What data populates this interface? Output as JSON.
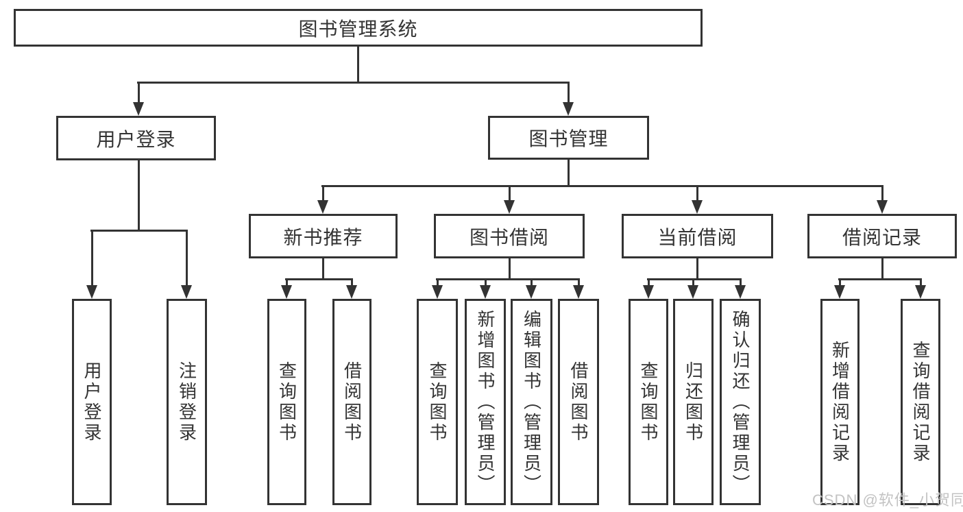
{
  "diagram": {
    "type": "hierarchy-chart",
    "colors": {
      "line": "#333333",
      "box_background": "#ffffff",
      "text": "#333333",
      "watermark": "#c3c3c3"
    },
    "nodes": {
      "root": {
        "label": "图书管理系统"
      },
      "user_login": {
        "label": "用户登录"
      },
      "book_mgmt": {
        "label": "图书管理"
      },
      "leaf_user_login": {
        "label": "用户登录"
      },
      "leaf_logout": {
        "label": "注销登录"
      },
      "new_book_rec": {
        "label": "新书推荐"
      },
      "book_borrow": {
        "label": "图书借阅"
      },
      "current_borrow": {
        "label": "当前借阅"
      },
      "borrow_records": {
        "label": "借阅记录"
      },
      "rec_query_books": {
        "label": "查询图书"
      },
      "rec_borrow_books": {
        "label": "借阅图书"
      },
      "bb_query_books": {
        "label": "查询图书"
      },
      "bb_add_books": {
        "label": "新增图书（管理员）"
      },
      "bb_edit_books": {
        "label": "编辑图书（管理员）"
      },
      "bb_borrow_books": {
        "label": "借阅图书"
      },
      "cb_query_books": {
        "label": "查询图书"
      },
      "cb_return_books": {
        "label": "归还图书"
      },
      "cb_confirm_return": {
        "label": "确认归还（管理员）"
      },
      "br_add_record": {
        "label": "新增借阅记录"
      },
      "br_query_record": {
        "label": "查询借阅记录"
      }
    },
    "hierarchy": {
      "root": [
        "user_login",
        "book_mgmt"
      ],
      "user_login": [
        "leaf_user_login",
        "leaf_logout"
      ],
      "book_mgmt": [
        "new_book_rec",
        "book_borrow",
        "current_borrow",
        "borrow_records"
      ],
      "new_book_rec": [
        "rec_query_books",
        "rec_borrow_books"
      ],
      "book_borrow": [
        "bb_query_books",
        "bb_add_books",
        "bb_edit_books",
        "bb_borrow_books"
      ],
      "current_borrow": [
        "cb_query_books",
        "cb_return_books",
        "cb_confirm_return"
      ],
      "borrow_records": [
        "br_add_record",
        "br_query_record"
      ]
    },
    "watermark": "CSDN @软件_小贺同学"
  }
}
